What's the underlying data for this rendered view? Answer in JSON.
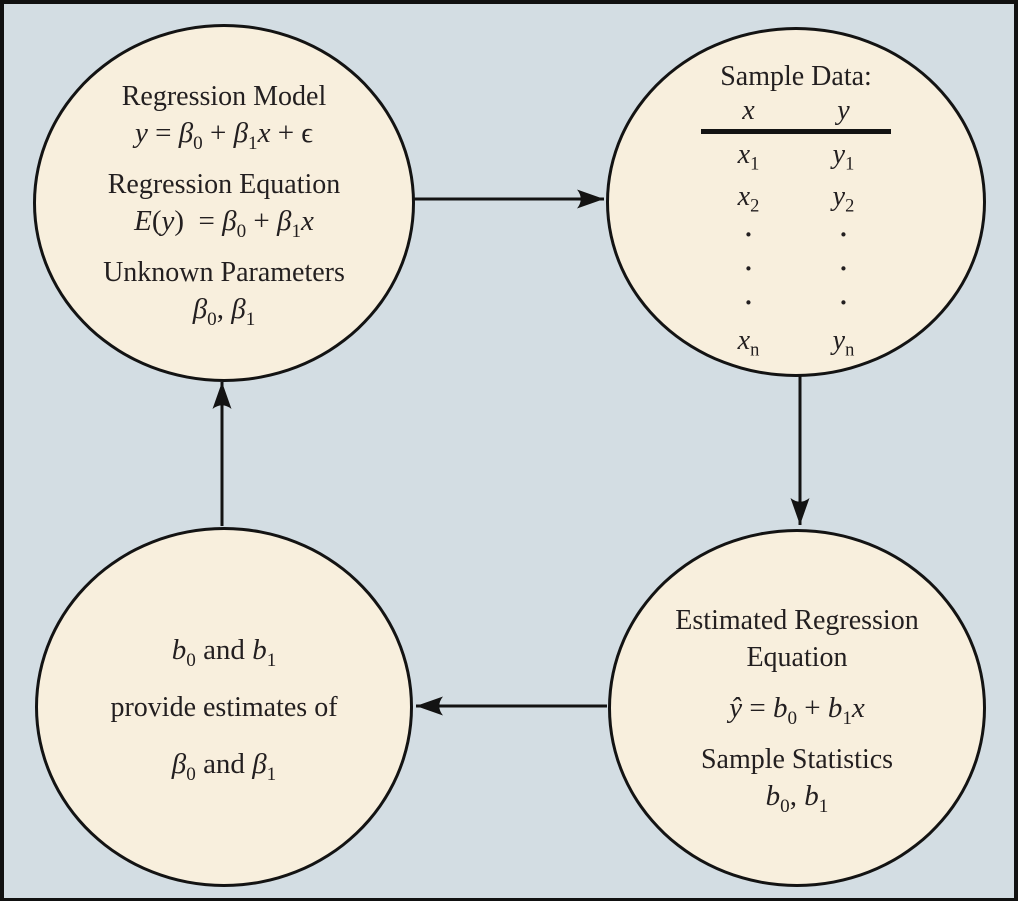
{
  "colors": {
    "background": "#d3dde3",
    "circle_fill": "#f8efdd",
    "stroke": "#131313",
    "frame_border": "#111111"
  },
  "circles": {
    "regression_model": {
      "line1": "Regression Model",
      "line2_html": "<i>y</i> = <i>β</i><sub>0</sub> + <i>β</i><sub>1</sub><i>x</i> + ϵ",
      "line3": "Regression Equation",
      "line4_html": "<i>E</i>(<i>y</i>) &nbsp;= <i>β</i><sub>0</sub> + <i>β</i><sub>1</sub><i>x</i>",
      "line5": "Unknown Parameters",
      "line6_html": "<i>β</i><sub>0</sub>, <i>β</i><sub>1</sub>"
    },
    "sample_data": {
      "title": "Sample Data:",
      "header_x_html": "<i>x</i>",
      "header_y_html": "<i>y</i>",
      "rows": [
        {
          "x_html": "<i>x</i><sub>1</sub>",
          "y_html": "<i>y</i><sub>1</sub>"
        },
        {
          "x_html": "<i>x</i><sub>2</sub>",
          "y_html": "<i>y</i><sub>2</sub>"
        },
        {
          "x_html": "·",
          "y_html": "·"
        },
        {
          "x_html": "·",
          "y_html": "·"
        },
        {
          "x_html": "·",
          "y_html": "·"
        },
        {
          "x_html": "<i>x</i><sub>n</sub>",
          "y_html": "<i>y</i><sub>n</sub>"
        }
      ]
    },
    "estimated_regression": {
      "line1": "Estimated Regression",
      "line2": "Equation",
      "line3_html": "<i>ŷ</i> = <i>b</i><sub>0</sub> + <i>b</i><sub>1</sub><i>x</i>",
      "line4": "Sample Statistics",
      "line5_html": "<i>b</i><sub>0</sub>, <i>b</i><sub>1</sub>"
    },
    "estimates": {
      "line1_html": "<i>b</i><sub>0</sub> and <i>b</i><sub>1</sub>",
      "line2": "provide estimates of",
      "line3_html": "<i>β</i><sub>0</sub> and <i>β</i><sub>1</sub>"
    }
  },
  "arrows": [
    {
      "name": "arrow-model-to-sample-data",
      "direction": "right"
    },
    {
      "name": "arrow-sample-data-to-estimated",
      "direction": "down"
    },
    {
      "name": "arrow-estimated-to-estimates",
      "direction": "left"
    },
    {
      "name": "arrow-estimates-to-model",
      "direction": "up"
    }
  ]
}
